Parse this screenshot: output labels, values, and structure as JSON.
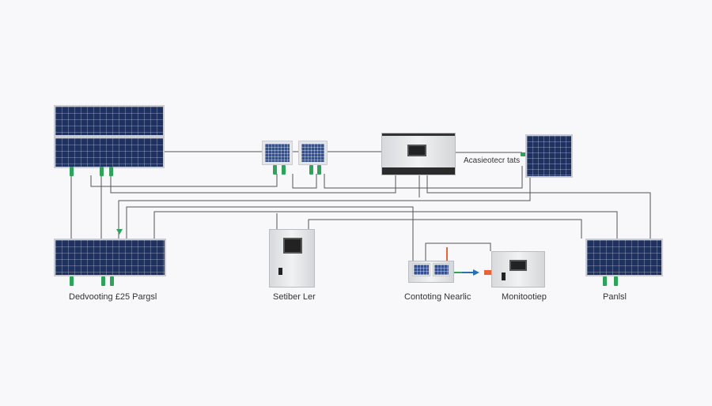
{
  "labels": {
    "left_bottom_panel": "Dedvooting £25 Pargsl",
    "cabinet": "Setiber Ler",
    "controller": "Contoting Nearlic",
    "monitor": "Monitootiep",
    "right_bottom_panel": "Panlsl",
    "inverter_side": "Acasieotecr tats"
  },
  "colors": {
    "panel": "#1f3160",
    "connector": "#2fa35a",
    "wire": "#555555",
    "arrow_blue": "#2a6fb0",
    "arrow_orange": "#e8633a"
  }
}
